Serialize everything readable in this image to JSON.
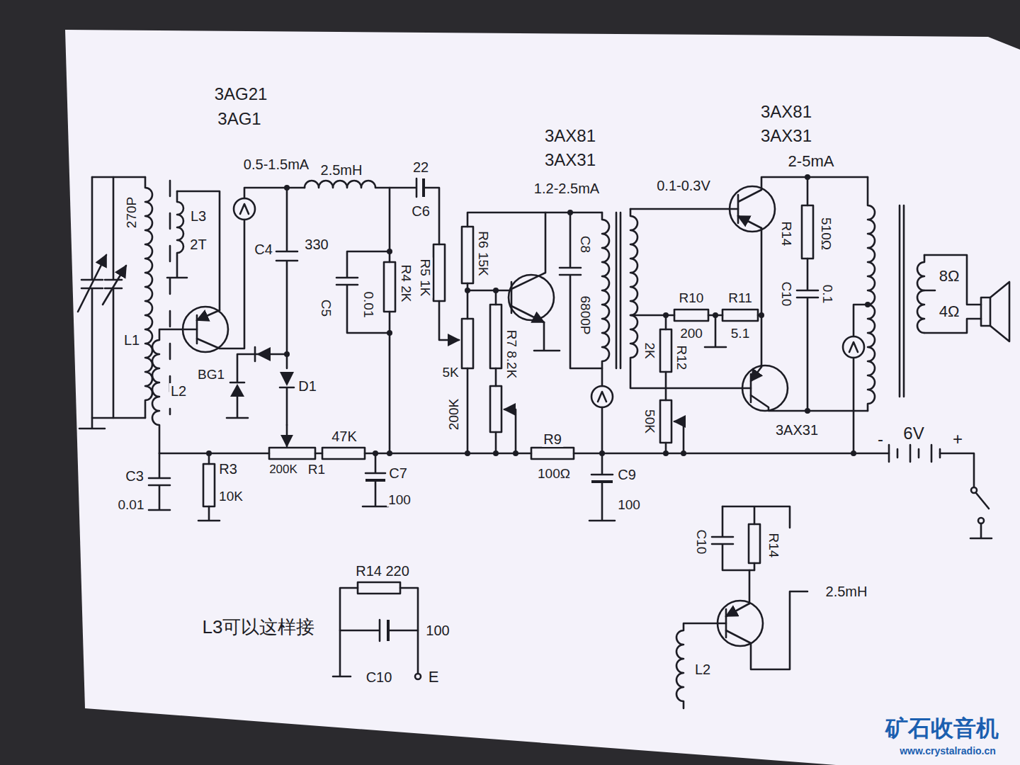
{
  "diagram": {
    "labels": [
      "3AG21",
      "3AG1",
      "0.5-1.5mA",
      "2.5mH",
      "22",
      "L3",
      "2T",
      "270P",
      "L1",
      "C4",
      "330",
      "C5",
      "0.01",
      "R4 2K",
      "C6",
      "R5 1K",
      "R6 15K",
      "5K",
      "R7 8.2K",
      "200K",
      "3AX81",
      "3AX31",
      "1.2-2.5mA",
      "C8",
      "6800P",
      "3AX81",
      "3AX31",
      "2-5mA",
      "0.1-0.3V",
      "R14",
      "510Ω",
      "C10",
      "0.1",
      "R10",
      "200",
      "R11",
      "5.1",
      "2K",
      "R12",
      "50K",
      "3AX31",
      "8Ω",
      "4Ω",
      "-",
      "6V",
      "+",
      "BG1",
      "L2",
      "D1",
      "200K",
      "R1",
      "47K",
      "C7",
      "100",
      "R9",
      "100Ω",
      "C9",
      "100",
      "C3",
      "0.01",
      "R3",
      "10K",
      "R14 220",
      "100",
      "C10",
      "E",
      "L3可以这样接",
      "C10",
      "R14",
      "2.5mH",
      "L2",
      "矿石收音机",
      "www.crystalradio.cn"
    ]
  }
}
